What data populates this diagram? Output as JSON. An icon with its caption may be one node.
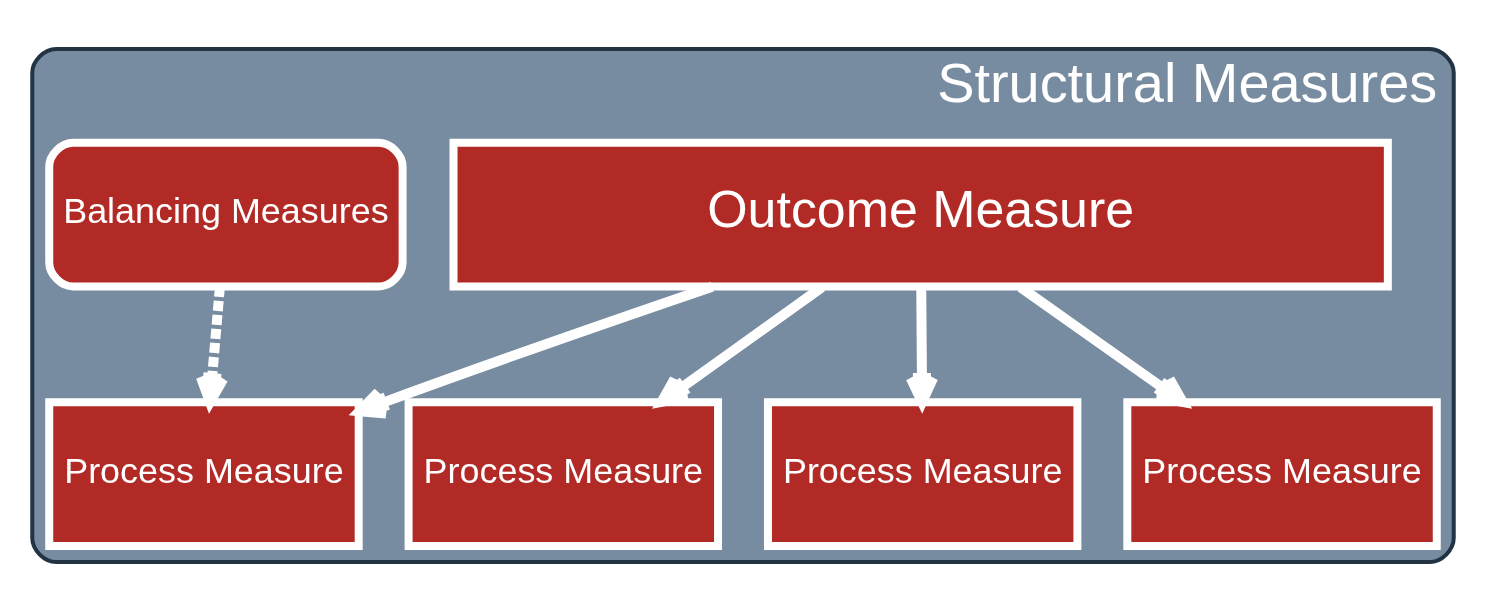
{
  "diagram": {
    "nodes": [
      {
        "text": [
          "Structural Measures"
        ]
      },
      {
        "text": [
          "Outcome Measure"
        ],
        "in": 0
      },
      {
        "text": [
          "Process Measure"
        ],
        "in": 0
      },
      {
        "text": [
          "Process Measure"
        ],
        "in": 0
      },
      {
        "text": [
          "Process Measure"
        ],
        "in": 0
      },
      {
        "text": [
          "Process Measure"
        ],
        "in": 0
      },
      {
        "text": [
          "Balancing Measures"
        ],
        "in": 0
      }
    ],
    "edges": [
      {
        "from": 1,
        "to": 2,
        "arrow": "to"
      },
      {
        "from": 1,
        "to": 3,
        "arrow": "to"
      },
      {
        "from": 1,
        "to": 4,
        "arrow": "to"
      },
      {
        "from": 1,
        "to": 5,
        "arrow": "to"
      },
      {
        "from": 6,
        "to": 5,
        "arrow": "to",
        "style": "dashed"
      }
    ]
  }
}
